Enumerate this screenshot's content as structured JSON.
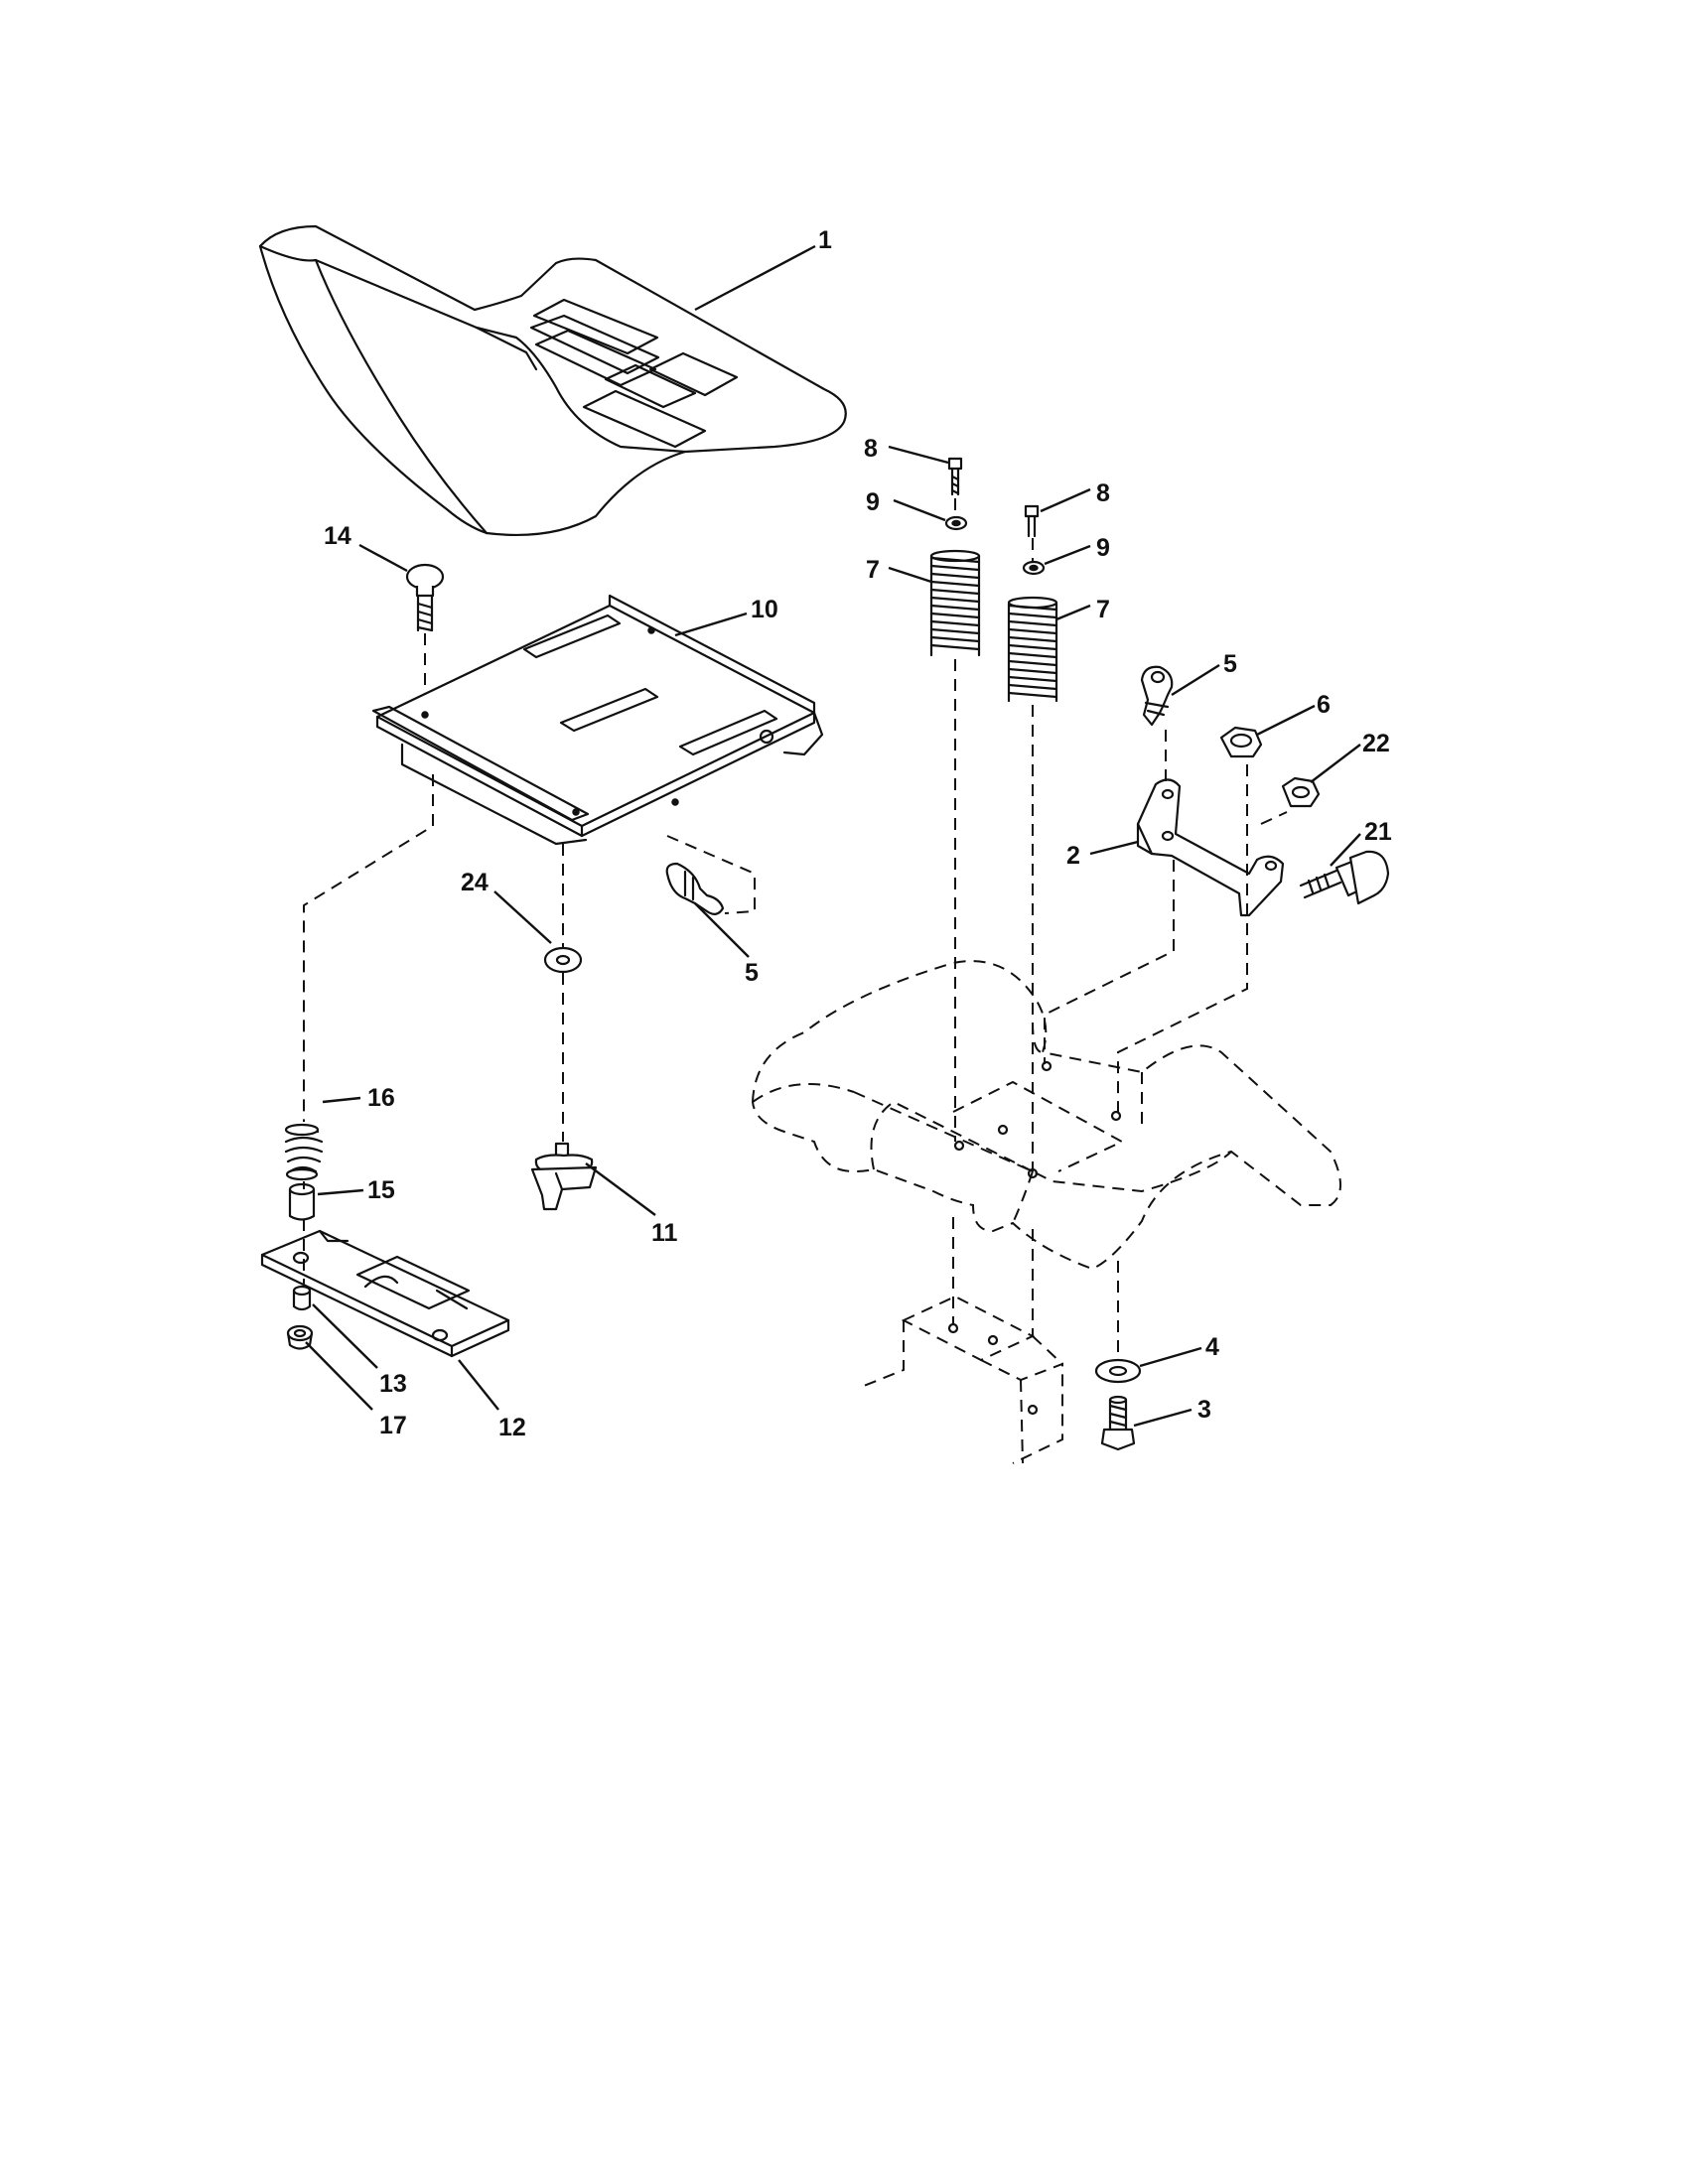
{
  "diagram": {
    "callouts": [
      {
        "id": "c1",
        "text": "1"
      },
      {
        "id": "c14",
        "text": "14"
      },
      {
        "id": "c10",
        "text": "10"
      },
      {
        "id": "c24",
        "text": "24"
      },
      {
        "id": "c5a",
        "text": "5"
      },
      {
        "id": "c16",
        "text": "16"
      },
      {
        "id": "c15",
        "text": "15"
      },
      {
        "id": "c11",
        "text": "11"
      },
      {
        "id": "c13",
        "text": "13"
      },
      {
        "id": "c17",
        "text": "17"
      },
      {
        "id": "c12",
        "text": "12"
      },
      {
        "id": "c8a",
        "text": "8"
      },
      {
        "id": "c9a",
        "text": "9"
      },
      {
        "id": "c7a",
        "text": "7"
      },
      {
        "id": "c8b",
        "text": "8"
      },
      {
        "id": "c9b",
        "text": "9"
      },
      {
        "id": "c7b",
        "text": "7"
      },
      {
        "id": "c5b",
        "text": "5"
      },
      {
        "id": "c6",
        "text": "6"
      },
      {
        "id": "c22",
        "text": "22"
      },
      {
        "id": "c21",
        "text": "21"
      },
      {
        "id": "c2",
        "text": "2"
      },
      {
        "id": "c4",
        "text": "4"
      },
      {
        "id": "c3",
        "text": "3"
      }
    ]
  }
}
